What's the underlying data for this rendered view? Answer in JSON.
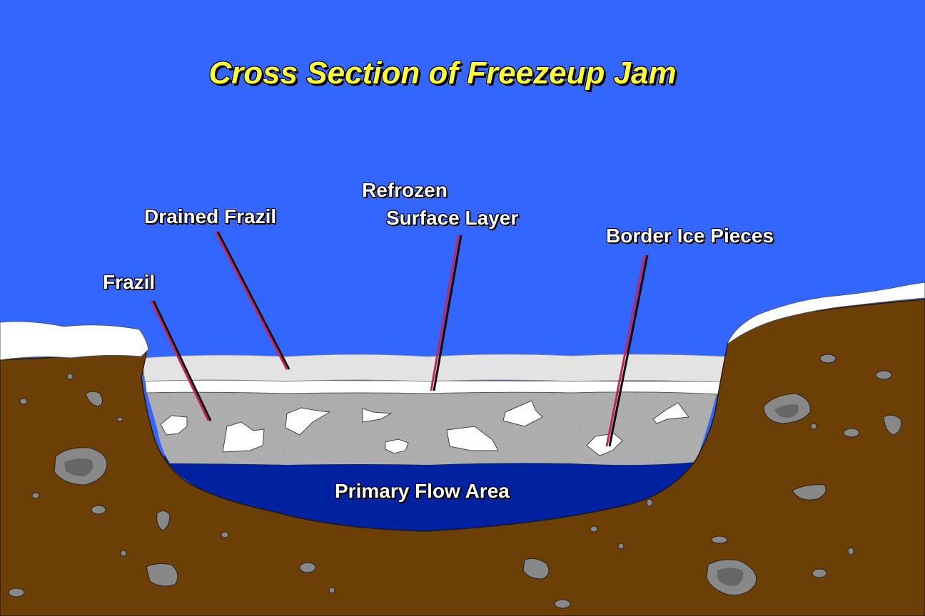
{
  "title": "Cross Section of Freezeup Jam",
  "labels": {
    "frazil": "Frazil",
    "drained_frazil": "Drained Frazil",
    "refrozen_1": "Refrozen",
    "refrozen_2": "Surface Layer",
    "border_ice": "Border Ice Pieces",
    "primary_flow": "Primary Flow Area"
  },
  "colors": {
    "sky": "#3366ff",
    "soil": "#6b3f06",
    "snow": "#ffffff",
    "drained_frazil": "#e8e8e8",
    "frazil": "#a8a8a8",
    "water": "#0022a0",
    "title": "#ffff33",
    "leader": "#cc2255"
  }
}
